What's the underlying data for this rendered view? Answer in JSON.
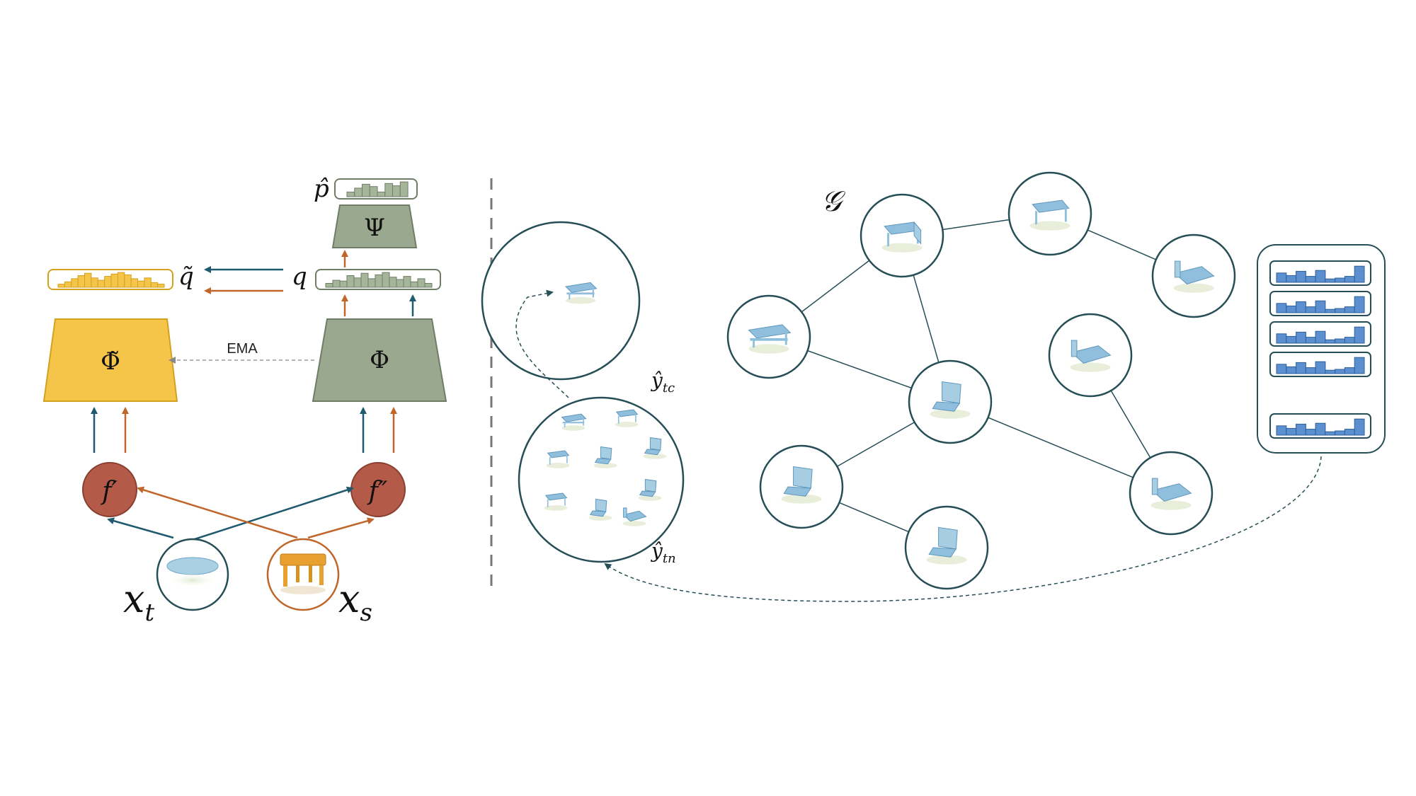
{
  "labels": {
    "p_hat": "p̂",
    "psi": "Ψ",
    "q_tilde": "q̃",
    "q": "q",
    "phi_tilde": "Φ̃",
    "phi": "Φ",
    "ema": "EMA",
    "f_prime": "f′",
    "f_double_prime": "f″",
    "x_t_base": "x",
    "x_t_sub": "t",
    "x_s_base": "x",
    "x_s_sub": "s",
    "graph": "𝒢",
    "y_tc_base": "ŷ",
    "y_tc_sub": "tc",
    "y_tn_base": "ŷ",
    "y_tn_sub": "tn"
  },
  "colors": {
    "teal_arrow": "#1f5a6e",
    "orange_arrow": "#c0662a",
    "yellow_fill": "#f5c54a",
    "yellow_stroke": "#d4a020",
    "sage_fill": "#9aa88f",
    "sage_stroke": "#6f7d66",
    "node_red": "#b35a48",
    "circle_dark": "#264e57",
    "bar_blue": "#5b8fcf",
    "point_cloud": "#8fbfdc",
    "orange_table": "#e8a030"
  },
  "histograms": {
    "q_tilde_bars": [
      0.2,
      0.35,
      0.55,
      0.75,
      0.9,
      0.6,
      0.45,
      0.7,
      0.85,
      0.95,
      0.8,
      0.55,
      0.4,
      0.6,
      0.3,
      0.2
    ],
    "q_bars": [
      0.25,
      0.45,
      0.4,
      0.75,
      0.6,
      0.9,
      0.55,
      0.8,
      0.95,
      0.65,
      0.5,
      0.7,
      0.35,
      0.55,
      0.25
    ],
    "p_hat_bars": [
      0.3,
      0.55,
      0.8,
      0.65,
      0.3,
      0.85,
      0.7,
      0.95
    ],
    "memory_bank_bars": [
      0.55,
      0.4,
      0.65,
      0.35,
      0.7,
      0.2,
      0.25,
      0.35,
      0.95
    ]
  },
  "memory_bank_rows": 5,
  "graph_nodes": [
    {
      "id": "n1",
      "shape": "desk"
    },
    {
      "id": "n2",
      "shape": "table"
    },
    {
      "id": "n3",
      "shape": "bed"
    },
    {
      "id": "n4",
      "shape": "bench"
    },
    {
      "id": "n5",
      "shape": "chair"
    },
    {
      "id": "n6",
      "shape": "bed"
    },
    {
      "id": "n7",
      "shape": "chair"
    },
    {
      "id": "n8",
      "shape": "bed"
    },
    {
      "id": "n9",
      "shape": "chair"
    }
  ]
}
